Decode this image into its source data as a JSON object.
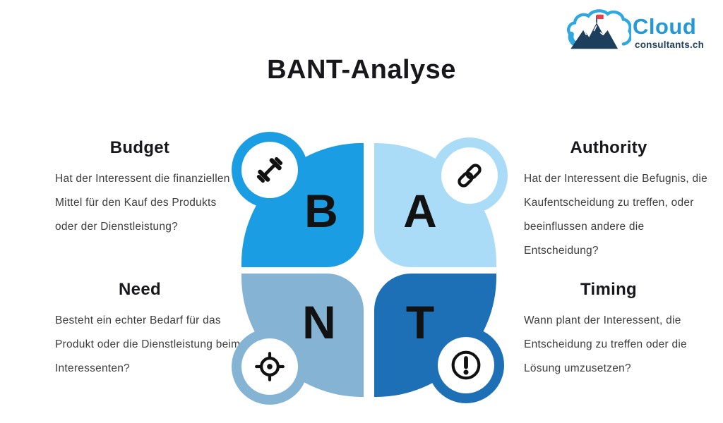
{
  "logo": {
    "brand": "Cloud",
    "domain": "consultants.ch",
    "icon": "cloud-mountain-flag-logo",
    "colors": {
      "cloud_blue": "#2FA8E1",
      "mountain_navy": "#1E3E5E",
      "flag_red": "#E94148",
      "brand_blue": "#2598D8",
      "domain_navy": "#21415F"
    }
  },
  "title": "BANT-Analyse",
  "quadrants": [
    {
      "id": "budget",
      "letter": "B",
      "heading": "Budget",
      "icon": "dumbbell-icon",
      "color": "#1A9DE2",
      "lines": [
        "Hat der Interessent die finanziellen",
        "Mittel für den Kauf des Produkts",
        "oder der Dienstleistung?"
      ]
    },
    {
      "id": "authority",
      "letter": "A",
      "heading": "Authority",
      "icon": "chain-link-icon",
      "color": "#ABDCF7",
      "lines": [
        "Hat der Interessent die Befugnis, die",
        "Kaufentscheidung zu treffen, oder",
        "beeinflussen andere die",
        "Entscheidung?"
      ]
    },
    {
      "id": "need",
      "letter": "N",
      "heading": "Need",
      "icon": "target-icon",
      "color": "#85B3D3",
      "lines": [
        "Besteht ein echter Bedarf für das",
        "Produkt oder die Dienstleistung beim",
        "Interessenten?"
      ]
    },
    {
      "id": "timing",
      "letter": "T",
      "heading": "Timing",
      "icon": "exclamation-circle-icon",
      "color": "#1D70B5",
      "lines": [
        "Wann plant der Interessent, die",
        "Entscheidung zu treffen oder die",
        "Lösung umzusetzen?"
      ]
    }
  ],
  "colors": {
    "background": "#FFFFFF",
    "heading_text": "#17171C",
    "body_text": "#3C3C3C",
    "letter_text": "#121212",
    "icon_black": "#111111"
  }
}
